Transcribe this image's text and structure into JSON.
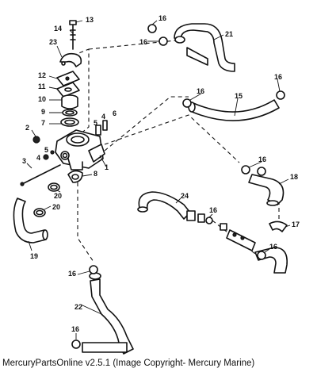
{
  "diagram": {
    "callouts": [
      {
        "id": "c1",
        "label": "1"
      },
      {
        "id": "c2",
        "label": "2"
      },
      {
        "id": "c3",
        "label": "3"
      },
      {
        "id": "c4a",
        "label": "4"
      },
      {
        "id": "c4b",
        "label": "4"
      },
      {
        "id": "c5a",
        "label": "5"
      },
      {
        "id": "c5b",
        "label": "5"
      },
      {
        "id": "c6",
        "label": "6"
      },
      {
        "id": "c7",
        "label": "7"
      },
      {
        "id": "c8",
        "label": "8"
      },
      {
        "id": "c9",
        "label": "9"
      },
      {
        "id": "c10",
        "label": "10"
      },
      {
        "id": "c11",
        "label": "11"
      },
      {
        "id": "c12",
        "label": "12"
      },
      {
        "id": "c13",
        "label": "13"
      },
      {
        "id": "c14",
        "label": "14"
      },
      {
        "id": "c15",
        "label": "15"
      },
      {
        "id": "c16a",
        "label": "16"
      },
      {
        "id": "c16b",
        "label": "16"
      },
      {
        "id": "c16c",
        "label": "16"
      },
      {
        "id": "c16d",
        "label": "16"
      },
      {
        "id": "c16e",
        "label": "16"
      },
      {
        "id": "c16f",
        "label": "16"
      },
      {
        "id": "c16g",
        "label": "16"
      },
      {
        "id": "c16h",
        "label": "16"
      },
      {
        "id": "c16i",
        "label": "16"
      },
      {
        "id": "c16j",
        "label": "16"
      },
      {
        "id": "c17",
        "label": "17"
      },
      {
        "id": "c18",
        "label": "18"
      },
      {
        "id": "c19",
        "label": "19"
      },
      {
        "id": "c20a",
        "label": "20"
      },
      {
        "id": "c20b",
        "label": "20"
      },
      {
        "id": "c21",
        "label": "21"
      },
      {
        "id": "c22",
        "label": "22"
      },
      {
        "id": "c23",
        "label": "23"
      },
      {
        "id": "c24",
        "label": "24"
      }
    ]
  },
  "footer": {
    "text": "MercuryPartsOnline v2.5.1 (Image Copyright- Mercury Marine)"
  }
}
